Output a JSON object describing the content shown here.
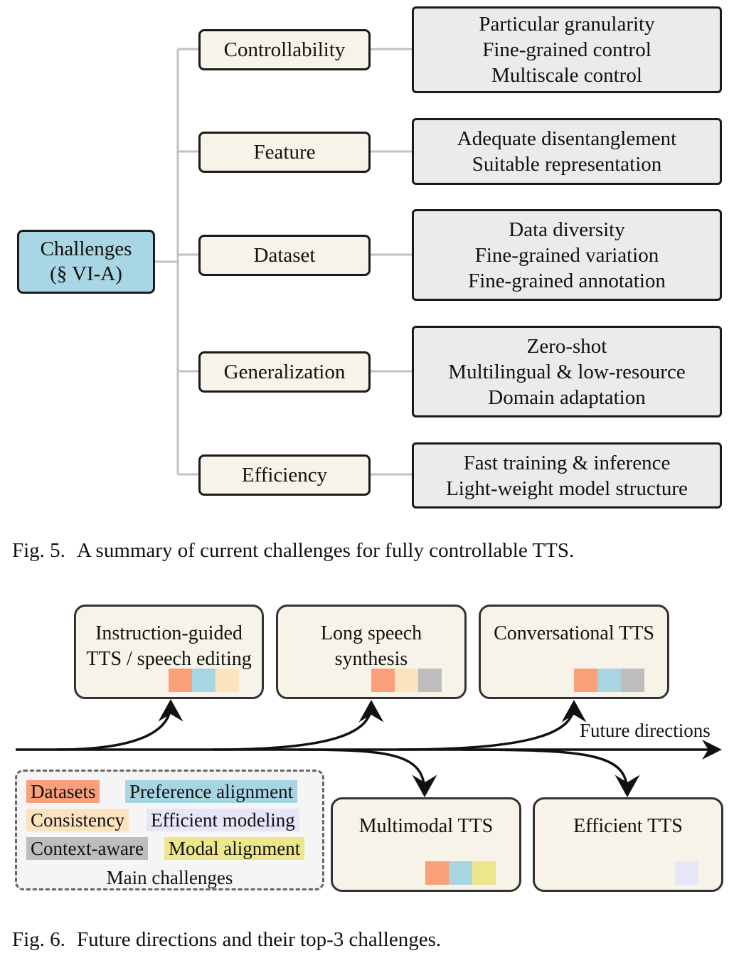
{
  "fig5": {
    "root": {
      "line1": "Challenges",
      "line2": "(§ VI-A)"
    },
    "categories": [
      {
        "label": "Controllability",
        "items": [
          "Particular granularity",
          "Fine-grained control",
          "Multiscale control"
        ]
      },
      {
        "label": "Feature",
        "items": [
          "Adequate disentanglement",
          "Suitable representation"
        ]
      },
      {
        "label": "Dataset",
        "items": [
          "Data diversity",
          "Fine-grained variation",
          "Fine-grained annotation"
        ]
      },
      {
        "label": "Generalization",
        "items": [
          "Zero-shot",
          "Multilingual & low-resource",
          "Domain adaptation"
        ]
      },
      {
        "label": "Efficiency",
        "items": [
          "Fast training & inference",
          "Light-weight model structure"
        ]
      }
    ],
    "caption": {
      "label": "Fig. 5.",
      "text": "A summary of current challenges for fully controllable TTS."
    }
  },
  "fig6": {
    "axis_label": "Future directions",
    "directions": [
      {
        "lines": [
          "Instruction-guided",
          "TTS / speech editing"
        ],
        "challenges": [
          "Datasets",
          "Preference alignment",
          "Consistency"
        ]
      },
      {
        "lines": [
          "Long speech",
          "synthesis"
        ],
        "challenges": [
          "Datasets",
          "Consistency",
          "Context-aware"
        ]
      },
      {
        "lines": [
          "Conversational TTS"
        ],
        "challenges": [
          "Datasets",
          "Preference alignment",
          "Context-aware"
        ]
      },
      {
        "lines": [
          "Multimodal TTS"
        ],
        "challenges": [
          "Datasets",
          "Preference alignment",
          "Modal alignment"
        ]
      },
      {
        "lines": [
          "Efficient TTS"
        ],
        "challenges": [
          "Efficient modeling"
        ]
      }
    ],
    "legend": {
      "title": "Main challenges",
      "items": [
        {
          "label": "Datasets",
          "color": "#f9a07b"
        },
        {
          "label": "Preference alignment",
          "color": "#a8d5e2"
        },
        {
          "label": "Consistency",
          "color": "#fde2c0"
        },
        {
          "label": "Efficient modeling",
          "color": "#e6e6f7"
        },
        {
          "label": "Context-aware",
          "color": "#bdbdbd"
        },
        {
          "label": "Modal alignment",
          "color": "#ede68a"
        }
      ]
    },
    "caption": {
      "label": "Fig. 6.",
      "text": "Future directions and their top-3 challenges."
    }
  }
}
